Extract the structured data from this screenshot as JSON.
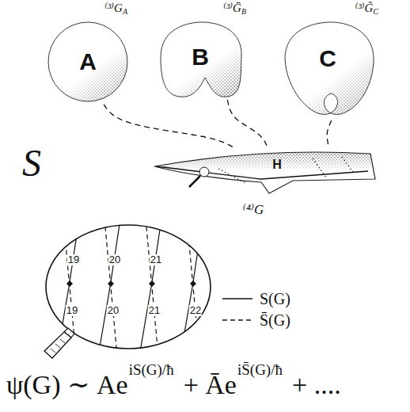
{
  "diagram": {
    "nodes": [
      {
        "text": [
          "⁽³⁾GA",
          "A"
        ]
      },
      {
        "text": [
          "⁽³⁾ḠB",
          "B"
        ]
      },
      {
        "text": [
          "⁽³⁾G̃C",
          "C"
        ]
      },
      {
        "text": [
          "H"
        ]
      }
    ],
    "edges": [
      {
        "from": 0,
        "to": 3,
        "arrow": "none"
      },
      {
        "from": 1,
        "to": 3,
        "arrow": "none"
      },
      {
        "from": 2,
        "to": 3,
        "arrow": "none"
      }
    ],
    "labels": [
      "S",
      "⁽⁴⁾G",
      "19",
      "20",
      "21",
      "19",
      "20",
      "21",
      "22",
      "ψ(G) ∼ Ae",
      "iS(G)/ħ",
      "+ Āe",
      "iS̄(G)/ħ",
      "+ ...."
    ],
    "legend": [
      {
        "text": "S(G)"
      },
      {
        "text": "S̄(G)"
      }
    ]
  }
}
